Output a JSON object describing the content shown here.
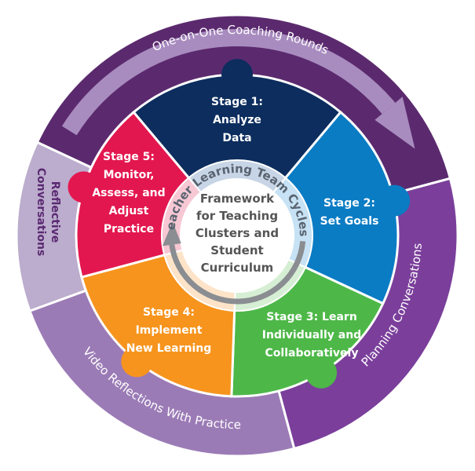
{
  "outer_ring": {
    "top": {
      "label": "One-on-One Coaching Rounds",
      "color": "#5b2a6e"
    },
    "right": {
      "label": "Planning Conversations",
      "color": "#7b3f9b"
    },
    "bottom": {
      "label": "Video Reflections With Practice",
      "color": "#9b7bb6"
    },
    "left": {
      "lines": [
        "Reflective",
        "Conversations"
      ],
      "color": "#bcaccd"
    }
  },
  "stages": [
    {
      "lines": [
        "Stage 1:",
        "Analyze",
        "Data"
      ],
      "color": "#0c2d5e"
    },
    {
      "lines": [
        "Stage 2:",
        "Set Goals"
      ],
      "color": "#0a7cc4"
    },
    {
      "lines": [
        "Stage 3: Learn",
        "Individually and",
        "Collaboratively"
      ],
      "color": "#4db848"
    },
    {
      "lines": [
        "Stage 4:",
        "Implement",
        "New Learning"
      ],
      "color": "#f7941d"
    },
    {
      "lines": [
        "Stage 5:",
        "Monitor,",
        "Assess, and",
        "Adjust",
        "Practice"
      ],
      "color": "#e3174f"
    }
  ],
  "cycle_ring": {
    "label": "Teacher Learning Team Cycles"
  },
  "center": {
    "lines": [
      "Framework",
      "for Teaching",
      "Clusters and",
      "Student",
      "Curriculum"
    ]
  }
}
